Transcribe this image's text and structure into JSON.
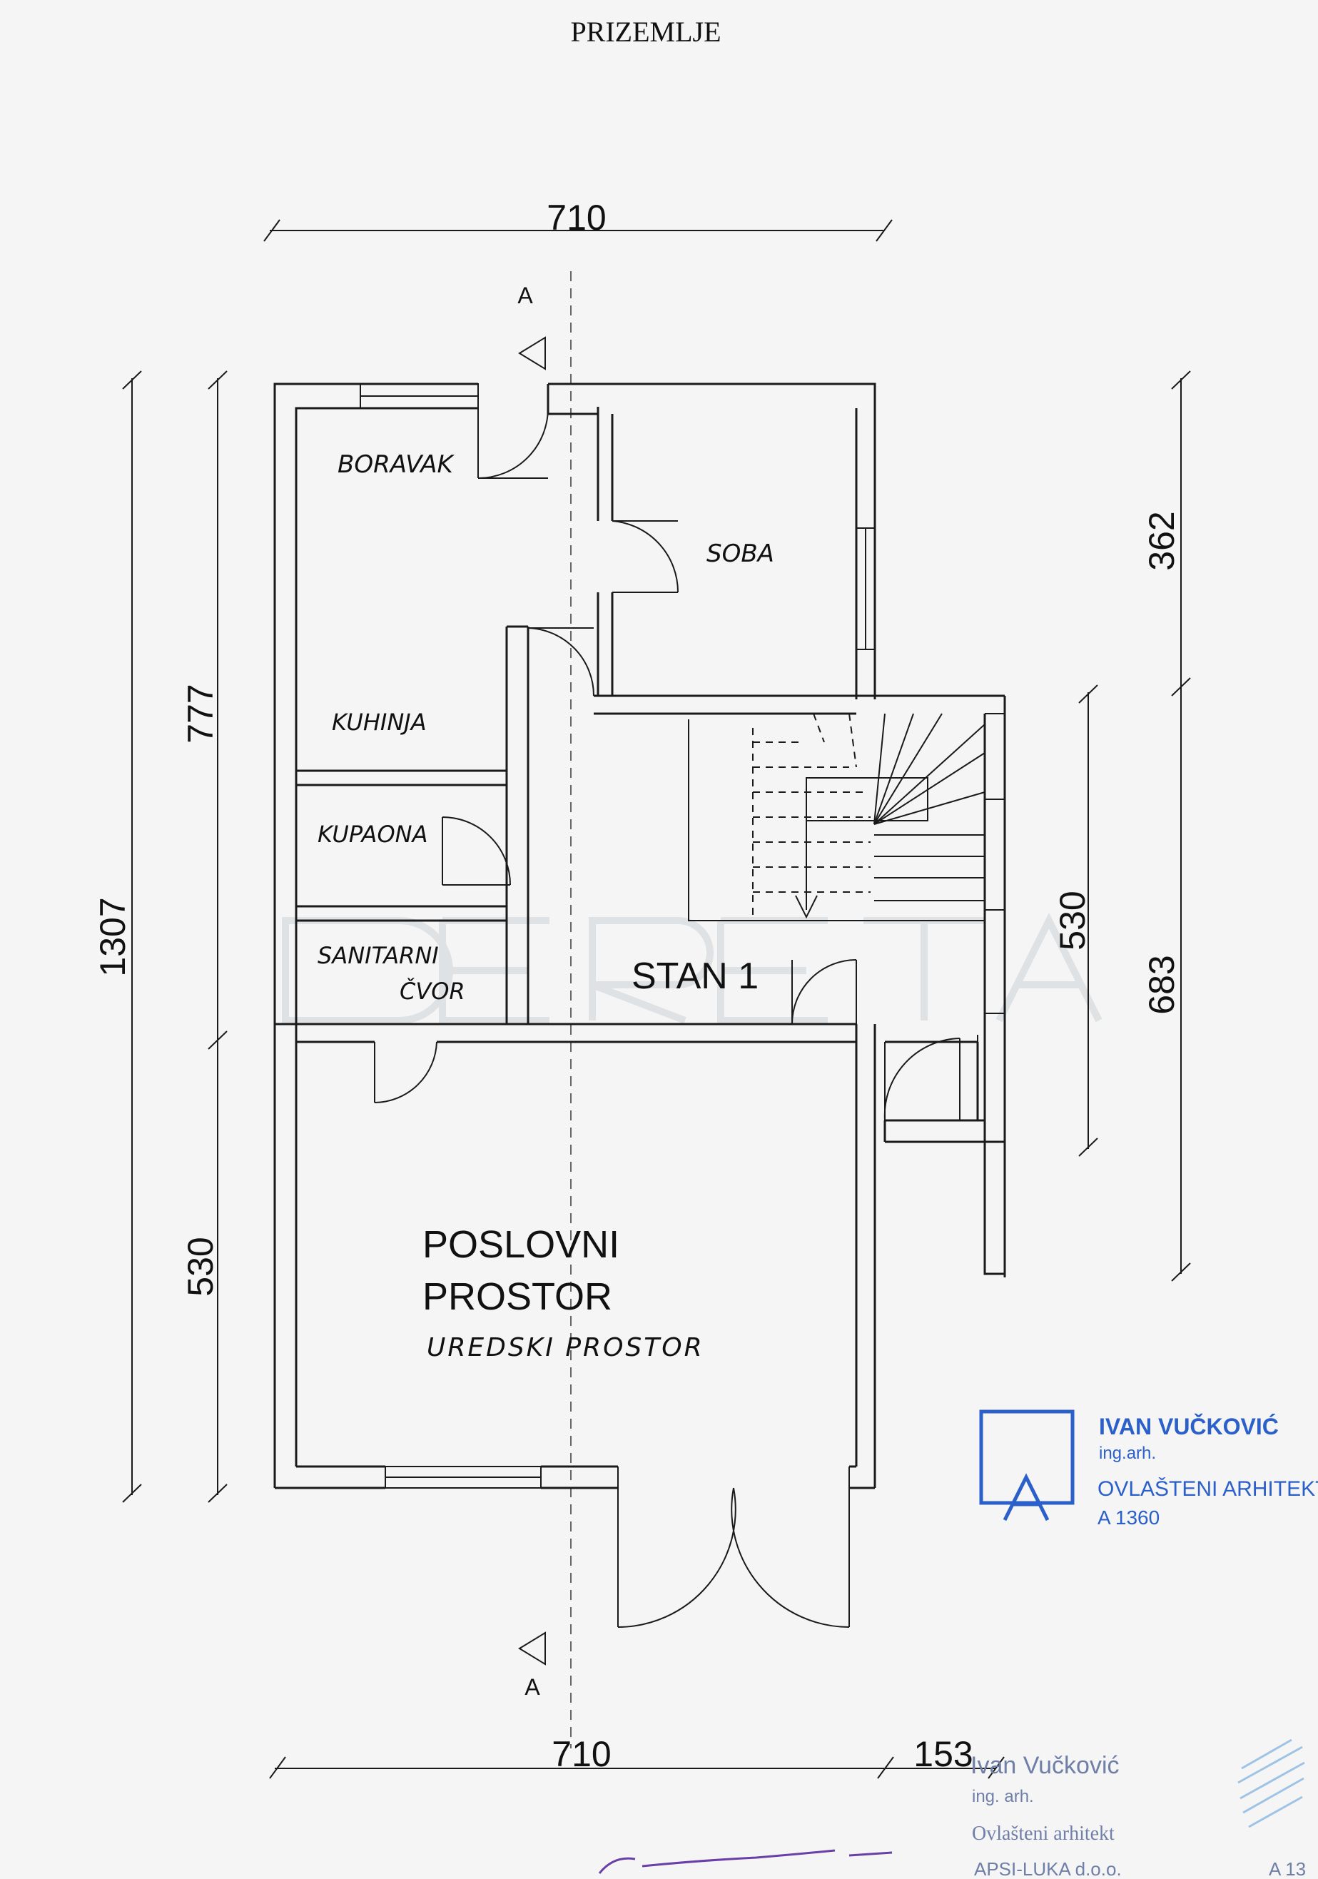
{
  "title": "PRIZEMLJE",
  "dimensions": {
    "top_width": "710",
    "bottom_width": "710",
    "bottom_extra": "153",
    "left_total": "1307",
    "left_upper": "777",
    "left_lower": "530",
    "right_upper": "362",
    "right_lower": "683",
    "right_stair": "530"
  },
  "section_marker": "A",
  "rooms": {
    "boravak": "BORAVAK",
    "soba": "SOBA",
    "kuhinja": "KUHINJA",
    "kupaona": "KUPAONA",
    "sanitarni_line1": "SANITARNI",
    "sanitarni_line2": "ČVOR",
    "stan": "STAN 1",
    "poslovni_line1": "POSLOVNI",
    "poslovni_line2": "PROSTOR",
    "uredski": "UREDSKI PROSTOR"
  },
  "stamp": {
    "name": "IVAN VUČKOVIĆ",
    "degree": "ing.arh.",
    "role": "OVLAŠTENI ARHITEKT",
    "number": "A 1360",
    "color": "#2b5fc9"
  },
  "signature_stamp": {
    "name": "Ivan Vučković",
    "degree": "ing. arh.",
    "role": "Ovlašteni arhitekt",
    "company": "APSI-LUKA d.o.o.",
    "number": "A 13"
  }
}
